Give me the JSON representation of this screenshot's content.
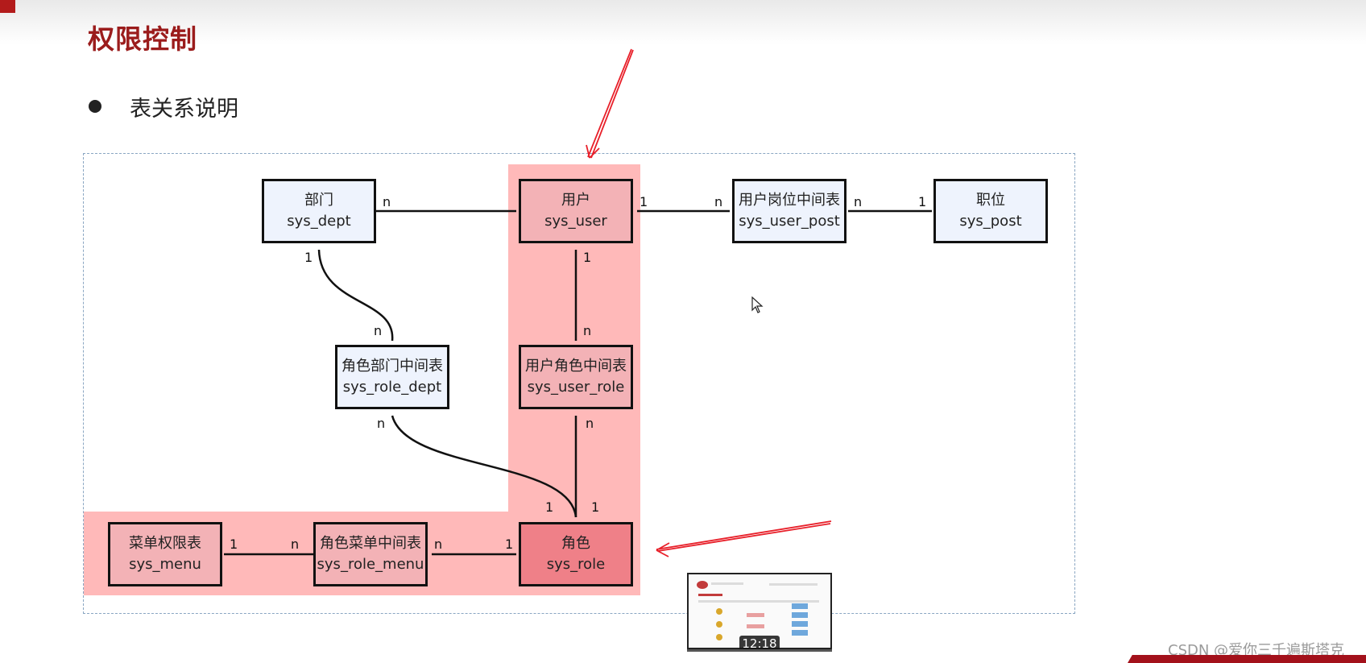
{
  "title": "权限控制",
  "bullet": "表关系说明",
  "entities": {
    "dept": {
      "cn": "部门",
      "en": "sys_dept"
    },
    "user": {
      "cn": "用户",
      "en": "sys_user"
    },
    "user_post": {
      "cn": "用户岗位中间表",
      "en": "sys_user_post"
    },
    "post": {
      "cn": "职位",
      "en": "sys_post"
    },
    "role_dept": {
      "cn": "角色部门中间表",
      "en": "sys_role_dept"
    },
    "user_role": {
      "cn": "用户角色中间表",
      "en": "sys_user_role"
    },
    "menu": {
      "cn": "菜单权限表",
      "en": "sys_menu"
    },
    "role_menu": {
      "cn": "角色菜单中间表",
      "en": "sys_role_menu"
    },
    "role": {
      "cn": "角色",
      "en": "sys_role"
    }
  },
  "multiplicities": {
    "dept_user_n": "n",
    "user_userpost_1": "1",
    "userpost_user_n": "n",
    "userpost_post_n": "n",
    "post_userpost_1": "1",
    "dept_roledept_1": "1",
    "roledept_dept_n": "n",
    "user_userrole_1": "1",
    "userrole_user_n": "n",
    "roledept_role_n": "n",
    "userrole_role_n": "n",
    "role_roledept_1": "1",
    "role_userrole_1": "1",
    "menu_rolemenu_1": "1",
    "rolemenu_menu_n": "n",
    "rolemenu_role_n": "n",
    "role_rolemenu_1": "1"
  },
  "video": {
    "timestamp": "12:18"
  },
  "watermark": "CSDN @爱你三千遍斯塔克",
  "colors": {
    "title": "#9b1c1c",
    "highlight": "#ff7878",
    "core_entity": "#ef8088",
    "pink_entity": "#f3b2b6",
    "entity": "#eef3fd",
    "arrow": "#e8202a"
  },
  "icons": [
    "cursor-icon",
    "bullet-icon"
  ]
}
